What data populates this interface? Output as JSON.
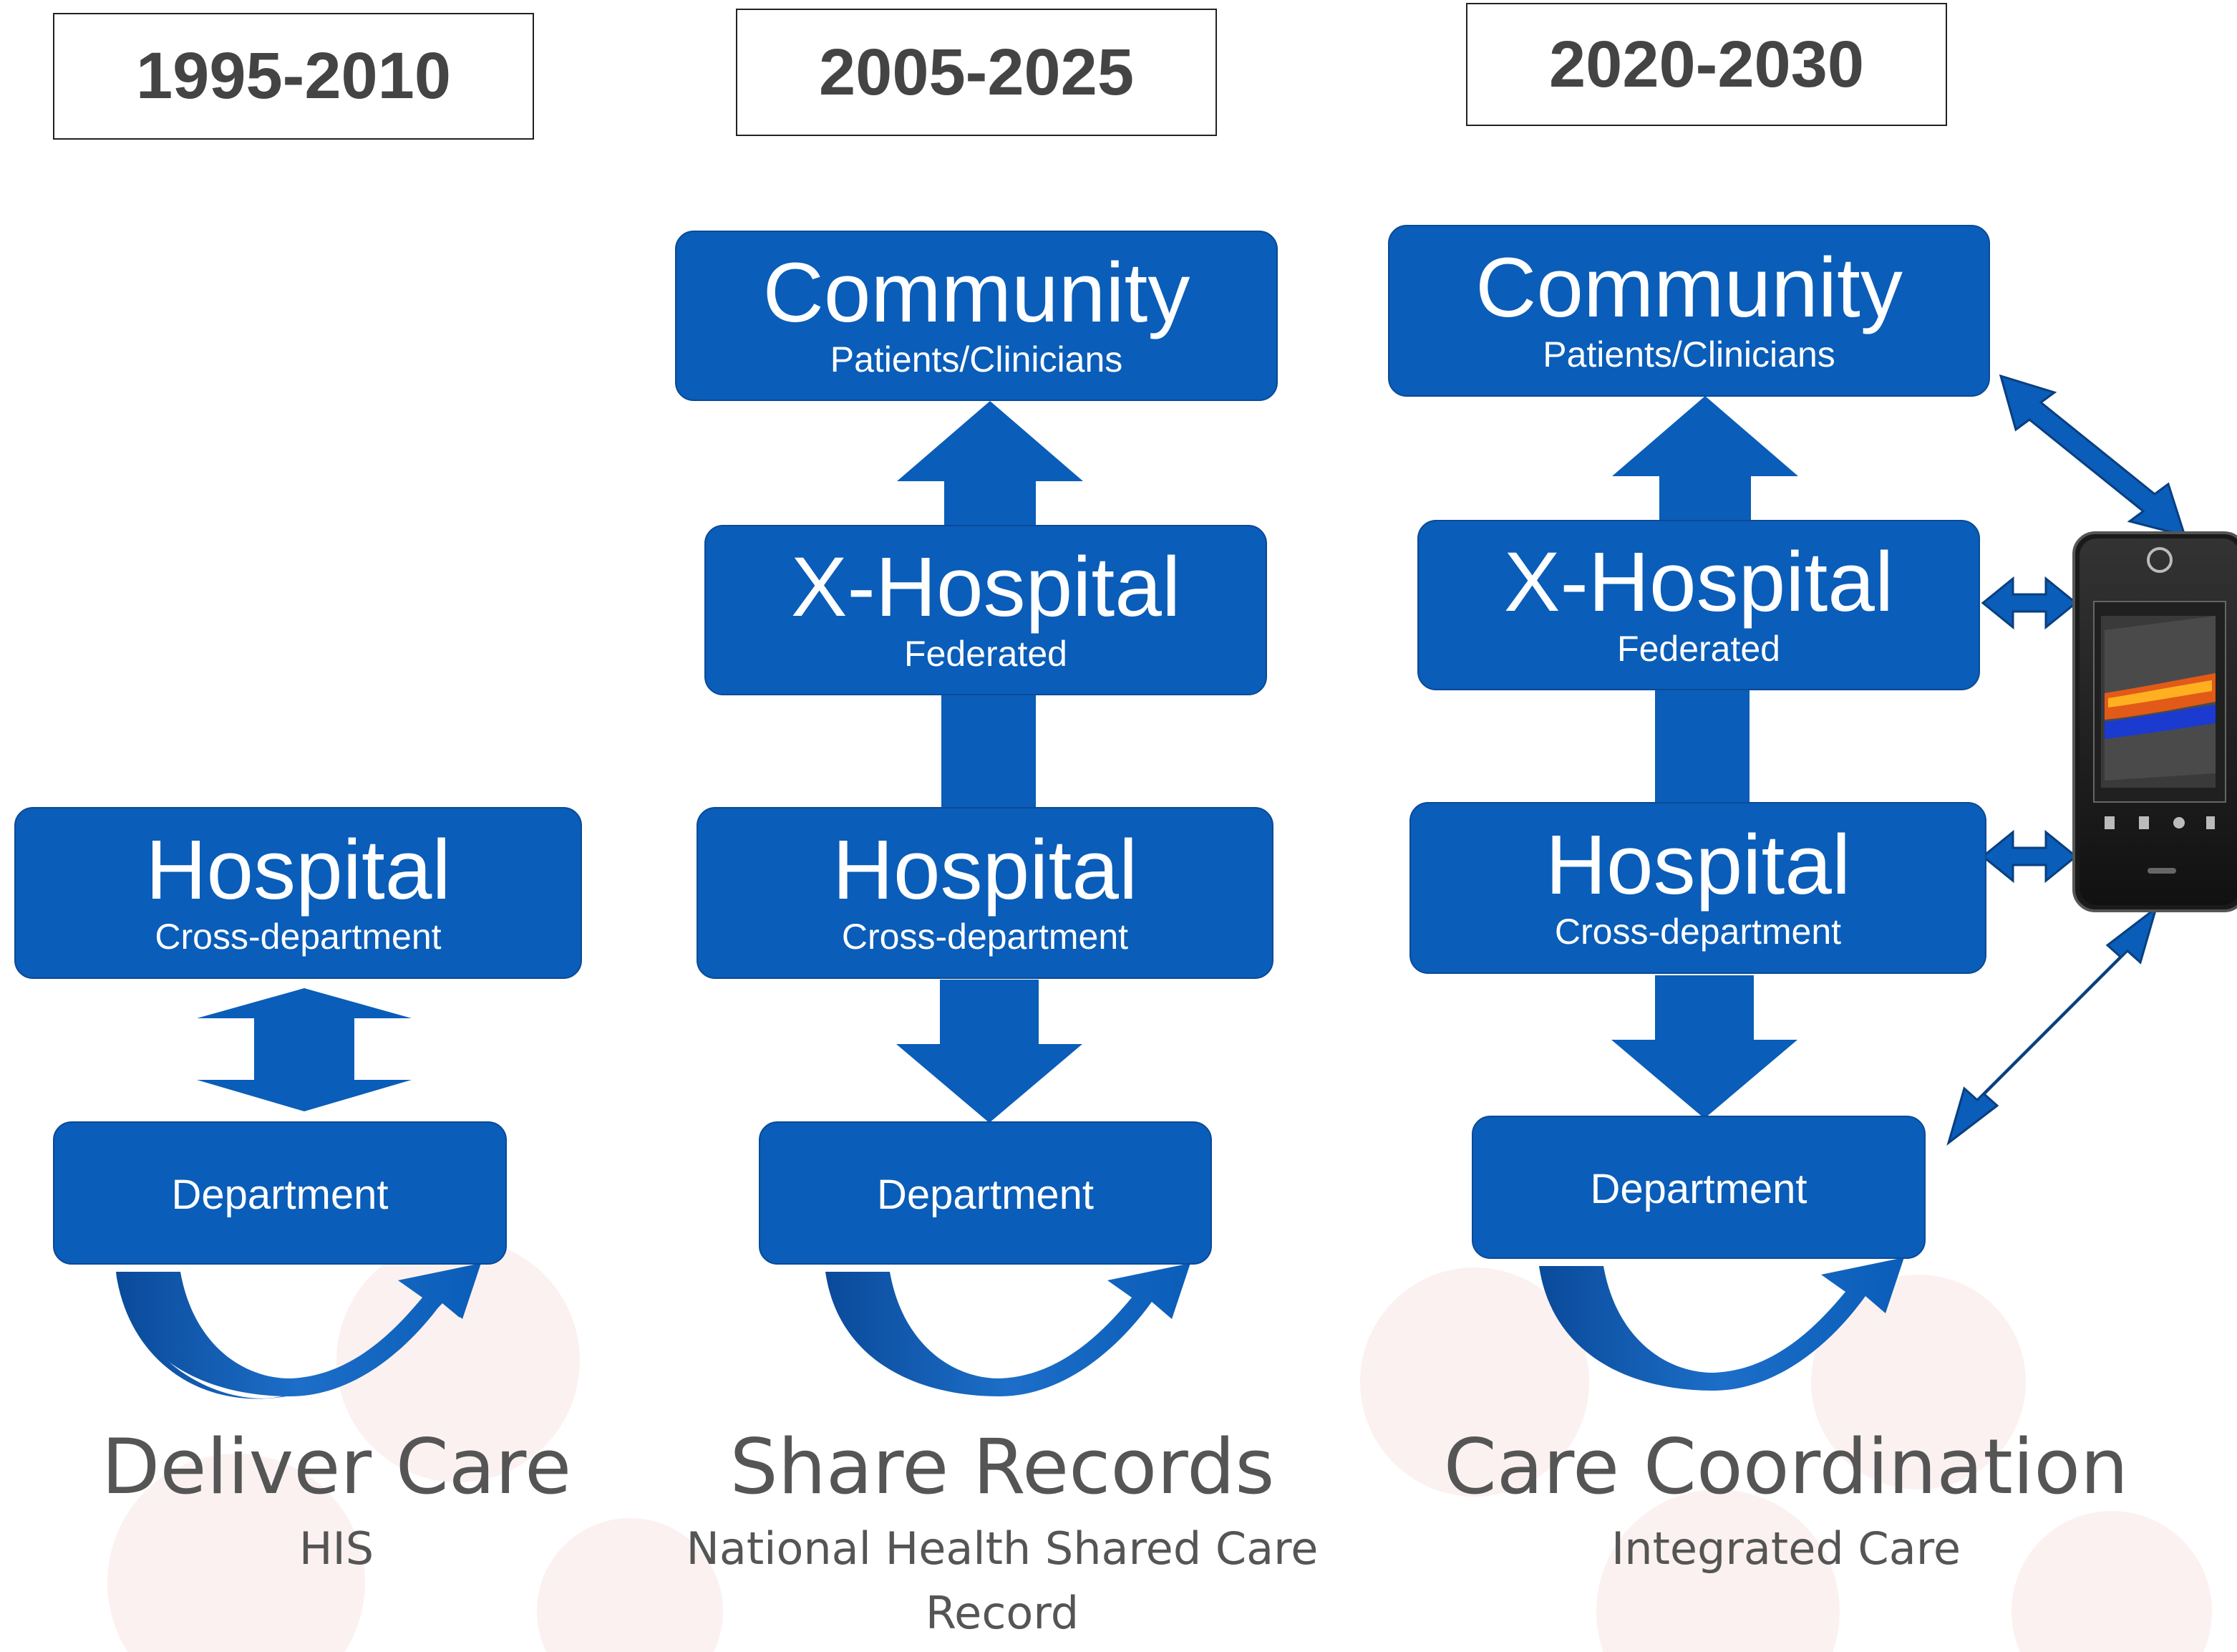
{
  "eras": [
    "1995-2010",
    "2005-2025",
    "2020-2030"
  ],
  "columns": [
    {
      "boxes": [
        {
          "title": "Hospital",
          "subtitle": "Cross-department"
        },
        {
          "title": "",
          "subtitle": "Department"
        }
      ],
      "caption": "Deliver Care",
      "caption_sub": "HIS"
    },
    {
      "boxes": [
        {
          "title": "Community",
          "subtitle": "Patients/Clinicians"
        },
        {
          "title": "X-Hospital",
          "subtitle": "Federated"
        },
        {
          "title": "Hospital",
          "subtitle": "Cross-department"
        },
        {
          "title": "",
          "subtitle": "Department"
        }
      ],
      "caption": "Share Records",
      "caption_sub": "National Health Shared Care Record"
    },
    {
      "boxes": [
        {
          "title": "Community",
          "subtitle": "Patients/Clinicians"
        },
        {
          "title": "X-Hospital",
          "subtitle": "Federated"
        },
        {
          "title": "Hospital",
          "subtitle": "Cross-department"
        },
        {
          "title": "",
          "subtitle": "Department"
        }
      ],
      "caption": "Care Coordination",
      "caption_sub": "Integrated Care"
    }
  ],
  "device": {
    "brand_icon": "ge-logo-icon",
    "screen": "ultrasound-image"
  },
  "colors": {
    "box_fill": "#0a5db8",
    "arrow_fill": "#0a5db8",
    "caption_text": "#555555",
    "watermark": "#fbf3f2"
  }
}
